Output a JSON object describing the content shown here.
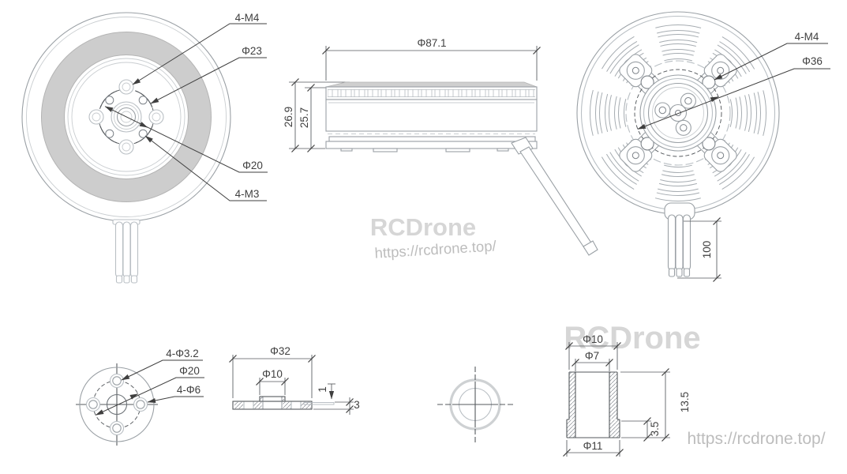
{
  "watermarks": {
    "brand": "RCDrone",
    "url": "https://rcdrone.top/"
  },
  "front_view": {
    "m4_label": "4-M4",
    "d23_label": "Φ23",
    "d20_label": "Φ20",
    "m3_label": "4-M3"
  },
  "side_view": {
    "dia_label": "Φ87.1",
    "outer_height": "26.9",
    "inner_height": "25.7"
  },
  "rear_view": {
    "m4_label": "4-M4",
    "d36_label": "Φ36",
    "wire_length": "100"
  },
  "adapter_front_view": {
    "small_holes": "4-Φ3.2",
    "bolt_circle": "Φ20",
    "large_holes": "4-Φ6"
  },
  "adapter_side_view": {
    "dia_label": "Φ32",
    "boss_dia": "Φ10",
    "lip_thickness": "1",
    "plate_thickness": "3"
  },
  "bushing_side_view": {
    "top_dia": "Φ10",
    "bore_dia": "Φ7",
    "height": "13.5",
    "step_height": "3.5",
    "base_dia": "Φ11"
  },
  "colors": {
    "ink": "#3f3f3f",
    "outline_dark": "#55595d",
    "outline_mid": "#9aa0a5",
    "outline_light": "#b9bfc4",
    "stator_band": "#cccccc",
    "watermark_brand": "#d6d6d6",
    "watermark_url": "#bdbdbd",
    "background": "#ffffff"
  }
}
